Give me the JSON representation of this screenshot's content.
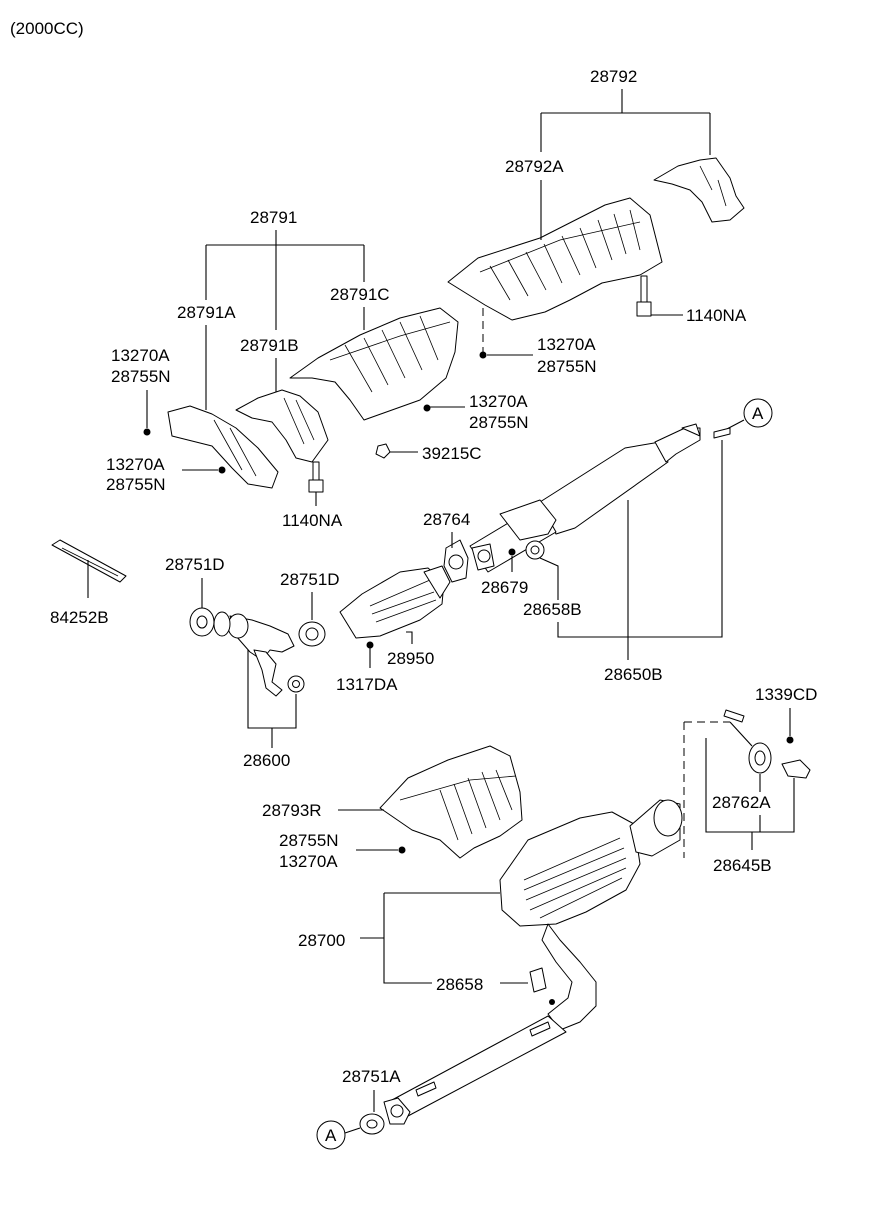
{
  "header": {
    "title": "(2000CC)"
  },
  "labels": {
    "l28792": "28792",
    "l28792A": "28792A",
    "l1140NA_a": "1140NA",
    "l13270A_a": "13270A",
    "l28755N_a": "28755N",
    "l28791": "28791",
    "l28791A": "28791A",
    "l28791C": "28791C",
    "l28791B": "28791B",
    "l13270A_b": "13270A",
    "l28755N_b": "28755N",
    "l13270A_c": "13270A",
    "l28755N_c": "28755N",
    "l13270A_d": "13270A",
    "l28755N_d": "28755N",
    "l39215C": "39215C",
    "l1140NA_b": "1140NA",
    "refA_top": "A",
    "l28764": "28764",
    "l28751D_a": "28751D",
    "l28751D_b": "28751D",
    "l84252B": "84252B",
    "l28679": "28679",
    "l28658B": "28658B",
    "l28950": "28950",
    "l1317DA": "1317DA",
    "l28650B": "28650B",
    "l28600": "28600",
    "l1339CD": "1339CD",
    "l28762A": "28762A",
    "l28645B": "28645B",
    "l28793R": "28793R",
    "l28755N_e": "28755N",
    "l13270A_e": "13270A",
    "l28700": "28700",
    "l28658": "28658",
    "l28751A": "28751A",
    "refA_bottom": "A"
  }
}
